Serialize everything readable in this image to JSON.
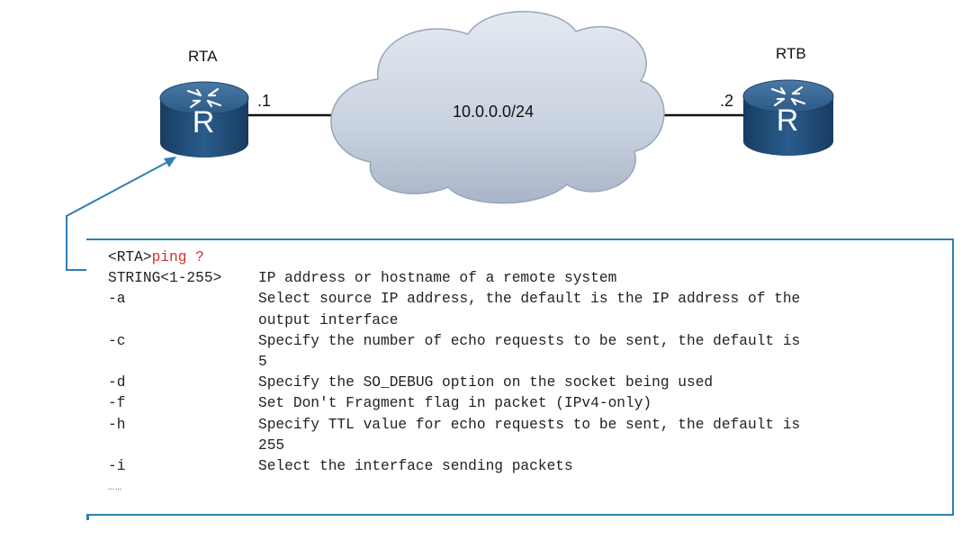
{
  "routers": {
    "left": {
      "name": "RTA",
      "interface": ".1",
      "glyph": "R",
      "icon": "router-icon"
    },
    "right": {
      "name": "RTB",
      "interface": ".2",
      "glyph": "R",
      "icon": "router-icon"
    }
  },
  "network": {
    "label": "10.0.0.0/24",
    "icon": "cloud-icon"
  },
  "colors": {
    "router_body": "#1f4e79",
    "cloud": "#c9d2e0",
    "callout": "#2e7fb0",
    "command": "#d6312b"
  },
  "terminal": {
    "prompt": "<RTA>",
    "command": "ping ?",
    "rows": [
      {
        "option": "STRING<1-255>",
        "desc": "IP address or hostname of a remote system"
      },
      {
        "option": "-a",
        "desc": "Select source IP address, the default is the IP address of the"
      },
      {
        "option": "",
        "desc": "output interface"
      },
      {
        "option": "-c",
        "desc": "Specify the number of echo requests to be sent, the default is"
      },
      {
        "option": "",
        "desc": "5"
      },
      {
        "option": "-d",
        "desc": "Specify the SO_DEBUG option on the socket being used"
      },
      {
        "option": "-f",
        "desc": "Set Don't Fragment flag in packet (IPv4-only)"
      },
      {
        "option": "-h",
        "desc": "Specify TTL value for echo requests to be sent, the default is"
      },
      {
        "option": "",
        "desc": "255"
      },
      {
        "option": "-i",
        "desc": "Select the interface sending packets"
      }
    ],
    "more": "……"
  }
}
